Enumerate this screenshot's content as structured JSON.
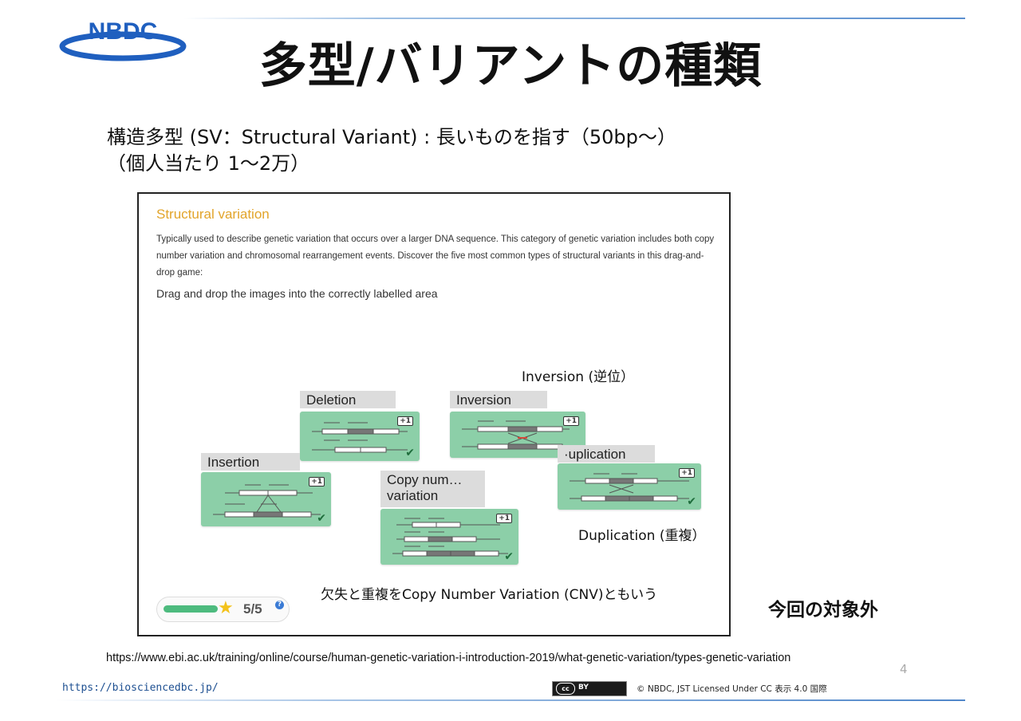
{
  "logo": {
    "text": "NBDC"
  },
  "title": "多型/バリアントの種類",
  "sv_definition": {
    "line1": "構造多型 (SV：Structural Variant) : 長いものを指す（50bp〜）",
    "line2": "（個人当たり 1〜2万）"
  },
  "panel": {
    "heading": "Structural variation",
    "description": "Typically used to describe genetic variation that occurs over a larger DNA sequence. This category of genetic variation includes both copy number variation and chromosomal rearrangement events. Discover the five most common types of structural variants in this drag-and-drop game:",
    "instruction": "Drag and drop the images into the correctly labelled area",
    "cards": [
      {
        "label": "Deletion",
        "badge": "+1"
      },
      {
        "label": "Inversion",
        "badge": "+1"
      },
      {
        "label": "Insertion",
        "badge": "+1"
      },
      {
        "label_line1": "Copy num…",
        "label_line2": "variation",
        "badge": "+1"
      },
      {
        "label": "·uplication",
        "badge": "+1"
      }
    ],
    "annotations": {
      "inversion": "Inversion (逆位）",
      "duplication": "Duplication (重複）",
      "cnv_note": "欠失と重複をCopy Number Variation (CNV)ともいう"
    },
    "progress": {
      "score": "5/5",
      "fraction": 1.0,
      "help": "?"
    }
  },
  "out_of_scope": "今回の対象外",
  "source_url": "https://www.ebi.ac.uk/training/online/course/human-genetic-variation-i-introduction-2019/what-genetic-variation/types-genetic-variation",
  "page_number": "4",
  "footer": {
    "site_url": "https://biosciencedbc.jp/",
    "cc_badge": {
      "cc": "cc",
      "by": "BY"
    },
    "license": "© NBDC, JST   Licensed Under CC 表示 4.0 国際"
  },
  "colors": {
    "accent_heading": "#e2a42a",
    "card_green": "#8ccfa8",
    "logo_blue": "#1f5fbf",
    "progress_green": "#4dbb7e"
  }
}
